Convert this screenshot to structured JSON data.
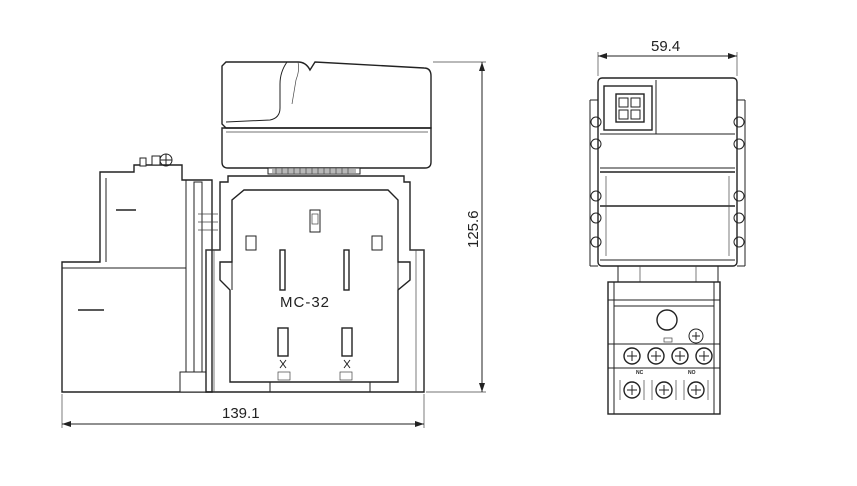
{
  "drawing": {
    "dimensions": {
      "width_side": "139.1",
      "height_side": "125.6",
      "width_front": "59.4"
    },
    "model_label": "MC-32",
    "terminal_labels": {
      "nc": "NC",
      "no": "NO"
    }
  }
}
